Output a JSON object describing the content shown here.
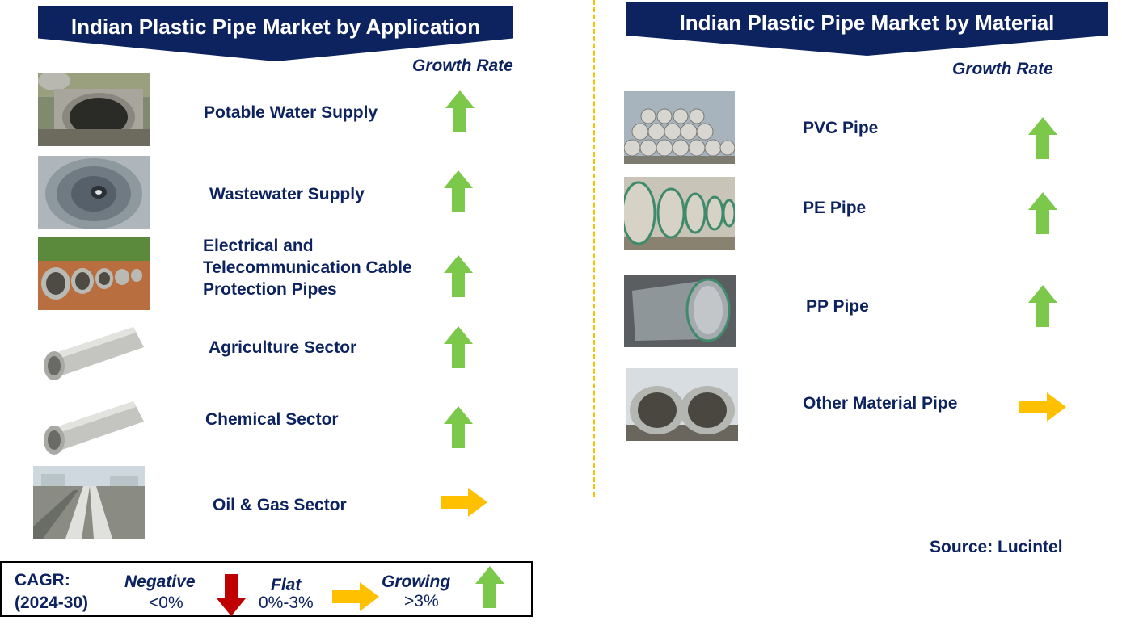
{
  "left_panel": {
    "title": "Indian Plastic Pipe Market by Application",
    "growth_header": "Growth Rate",
    "items": [
      {
        "label": "Potable Water Supply",
        "trend": "growing",
        "image": "concrete-pipe-photo"
      },
      {
        "label": "Wastewater Supply",
        "trend": "growing",
        "image": "pipe-interior-photo"
      },
      {
        "label": "Electrical and Telecommunication Cable Protection Pipes",
        "lines": [
          "Electrical and",
          "Telecommunication Cable",
          "Protection Pipes"
        ],
        "trend": "growing",
        "image": "pipes-on-site-photo"
      },
      {
        "label": "Agriculture Sector",
        "trend": "growing",
        "image": "single-pipe-photo"
      },
      {
        "label": "Chemical Sector",
        "trend": "growing",
        "image": "single-pipe-photo"
      },
      {
        "label": "Oil & Gas Sector",
        "trend": "flat",
        "image": "pipeline-photo"
      }
    ]
  },
  "right_panel": {
    "title": "Indian Plastic Pipe Market by Material",
    "growth_header": "Growth Rate",
    "items": [
      {
        "label": "PVC Pipe",
        "trend": "growing",
        "image": "stacked-pipes-photo"
      },
      {
        "label": "PE Pipe",
        "trend": "growing",
        "image": "row-of-pipes-photo"
      },
      {
        "label": "PP Pipe",
        "trend": "growing",
        "image": "large-pipe-photo"
      },
      {
        "label": "Other Material Pipe",
        "trend": "flat",
        "image": "twin-pipes-photo"
      }
    ]
  },
  "source": "Source: Lucintel",
  "legend": {
    "cagr_label": [
      "CAGR:",
      "(2024-30)"
    ],
    "negative": {
      "label": "Negative",
      "range": "<0%"
    },
    "flat": {
      "label": "Flat",
      "range": "0%-3%"
    },
    "growing": {
      "label": "Growing",
      "range": ">3%"
    }
  },
  "colors": {
    "banner": "#0d2360",
    "text": "#0d2360",
    "growing_arrow": "#7cc84a",
    "flat_arrow": "#ffc000",
    "negative_arrow": "#c00000",
    "divider": "#f5c400"
  }
}
